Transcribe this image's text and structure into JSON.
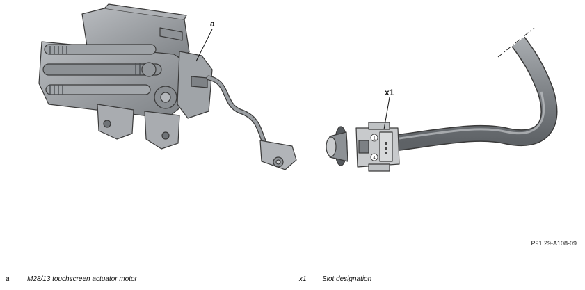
{
  "callouts": {
    "a": "a",
    "x1": "x1",
    "pin_1": "1",
    "pin_4": "4"
  },
  "figure_id": "P91.29-A108-09",
  "legend": [
    {
      "key": "a",
      "text": "M28/13 touchscreen actuator motor"
    },
    {
      "key": "x1",
      "text": "Slot designation"
    }
  ],
  "colors": {
    "motor_body": "#9fa3a7",
    "motor_dark": "#6e7276",
    "cable": "#8a8e92",
    "connector": "#c8cacc",
    "outline": "#3a3a3a"
  }
}
